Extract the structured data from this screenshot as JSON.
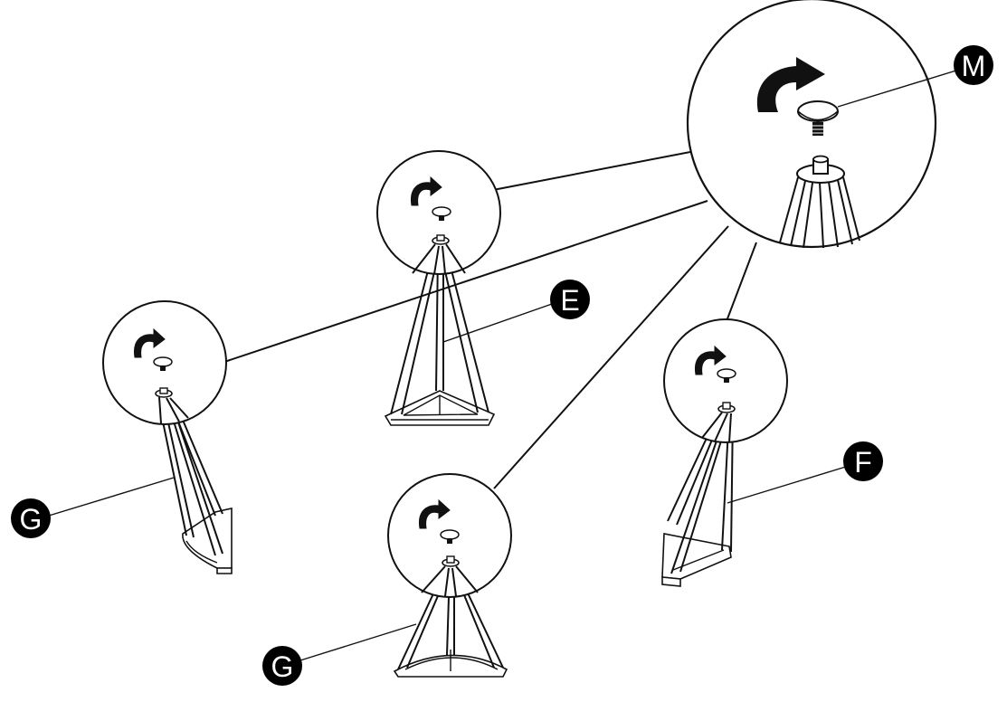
{
  "callouts": {
    "M": "M",
    "E": "E",
    "F": "F",
    "G_left": "G",
    "G_bottom": "G"
  },
  "colors": {
    "ink": "#111111",
    "paper": "#ffffff",
    "callout_fill": "#000000"
  },
  "icons": [
    "rotate-arrow-icon",
    "foot-pad-icon",
    "screw-icon"
  ]
}
